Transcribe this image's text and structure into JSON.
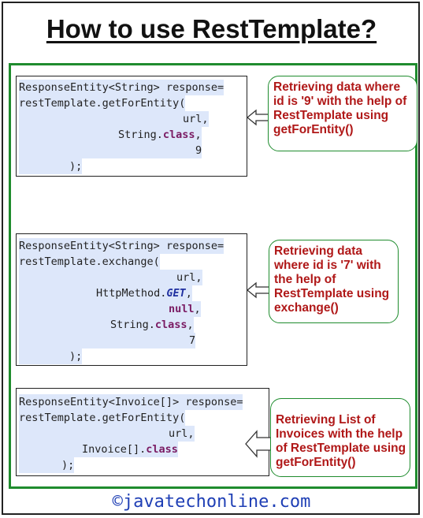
{
  "title": "How to use RestTemplate?",
  "blocks": [
    {
      "code": {
        "line1_a": "ResponseEntity<String> ",
        "line1_b": "response=",
        "line2": "restTemplate.getForEntity(",
        "line3": "url,",
        "line4_a": "String.",
        "line4_b": "class",
        "line4_c": ",",
        "line5": "9",
        "line6": ");"
      },
      "note": "Retrieving data where id is '9' with the help of RestTemplate using getForEntity()"
    },
    {
      "code": {
        "line1_a": "ResponseEntity<String> ",
        "line1_b": "response=",
        "line2": "restTemplate.exchange(",
        "line3": "url,",
        "line4_a": "HttpMethod.",
        "line4_b": "GET",
        "line4_c": ",",
        "line5_a": "null",
        "line5_b": ",",
        "line6_a": "String.",
        "line6_b": "class",
        "line6_c": ",",
        "line7": "7",
        "line8": ");"
      },
      "note": "Retrieving data where id is '7' with the help of RestTemplate using exchange()"
    },
    {
      "code": {
        "line1_a": "ResponseEntity<Invoice[]> ",
        "line1_b": "response=",
        "line2": "restTemplate.getForEntity(",
        "line3": "url,",
        "line4_a": "Invoice[].",
        "line4_b": "class",
        "line5": ");"
      },
      "note": "Retrieving List of Invoices with the help of RestTemplate using getForEntity()"
    }
  ],
  "footer": "©javatechonline.com",
  "colors": {
    "frame_green": "#1f8c2e",
    "note_text": "#b01818",
    "code_highlight": "#dde7fa",
    "keyword": "#7a1b63",
    "footer": "#1f3fb5"
  }
}
